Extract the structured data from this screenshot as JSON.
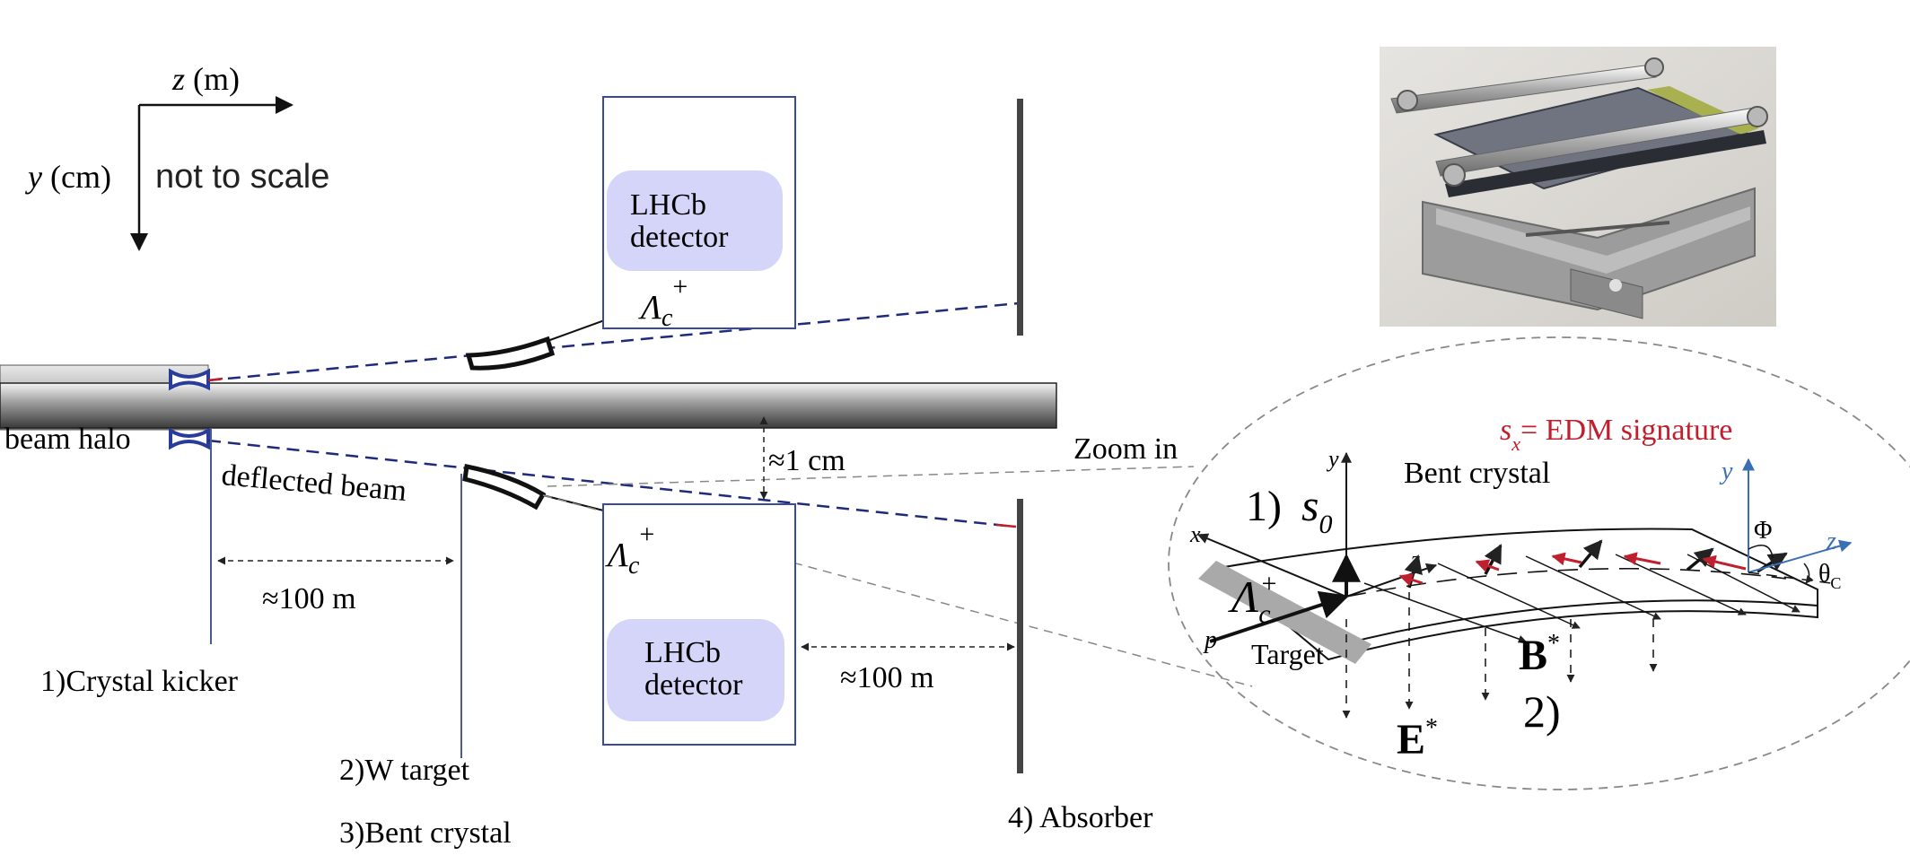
{
  "axes": {
    "z_var": "z",
    "z_unit": "(m)",
    "y_var": "y",
    "y_unit": "(cm)",
    "scale_note": "not to scale"
  },
  "beam": {
    "halo_label": "beam halo",
    "deflected_label": "deflected beam"
  },
  "distances": {
    "kicker_to_target": "≈100 m",
    "beam_gap": "≈1 cm",
    "detector_to_absorber": "≈100 m"
  },
  "elements": {
    "crystal_kicker": "1)Crystal kicker",
    "w_target": "2)W target",
    "bent_crystal": "3)Bent crystal",
    "absorber": "4) Absorber"
  },
  "detector": {
    "line1": "LHCb",
    "line2": "detector",
    "particle": "Λ",
    "particle_sub": "c",
    "particle_sup": "+"
  },
  "zoom": {
    "label": "Zoom in",
    "edm_var": "s",
    "edm_sub": "x",
    "edm_text": "= EDM signature",
    "bent_crystal": "Bent crystal",
    "step1": "1)",
    "s0_var": "s",
    "s0_sub": "0",
    "target": "Target",
    "proton": "p",
    "lambda": "Λ",
    "lambda_sub": "c",
    "lambda_sup": "+",
    "E_field": "E",
    "E_sup": "*",
    "B_field": "B",
    "B_sup": "*",
    "step2": "2)",
    "axis_x": "x",
    "axis_y": "y",
    "axis_z": "z",
    "axis_y2": "y",
    "axis_z2": "z",
    "phi": "Φ",
    "theta": "θ",
    "theta_sub": "C"
  },
  "colors": {
    "beam_dashed": "#1f2a7a",
    "detector_fill": "#d5d5fa",
    "detector_frame": "#3a4a9a",
    "edm_red": "#c0202e",
    "axis_blue": "#3a6fb5",
    "absorber": "#444444"
  }
}
